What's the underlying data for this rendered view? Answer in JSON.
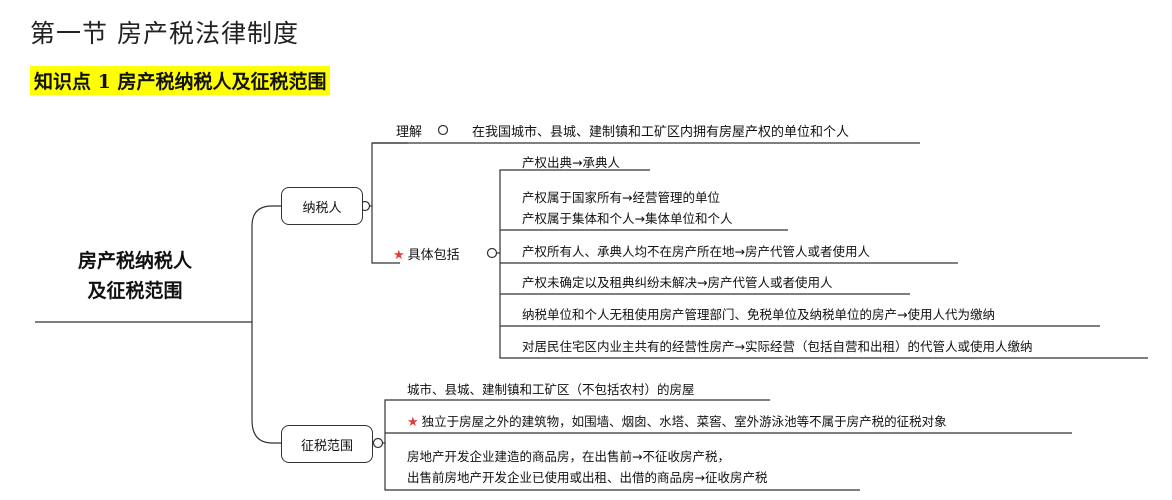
{
  "heading": "第一节 房产税法律制度",
  "subheading": "知识点 1 房产税纳税人及征税范围",
  "root": {
    "line1": "房产税纳税人",
    "line2": "及征税范围"
  },
  "taxpayer": {
    "label": "纳税人",
    "understand_label": "理解",
    "understand_text": "在我国城市、县城、建制镇和工矿区内拥有房屋产权的单位和个人",
    "includes_label": "具体包括",
    "star_glyph": "★",
    "items": [
      "产权出典→承典人",
      "产权属于国家所有→经营管理的单位",
      "产权属于集体和个人→集体单位和个人",
      "产权所有人、承典人均不在房产所在地→房产代管人或者使用人",
      "产权未确定以及租典纠纷未解决→房产代管人或者使用人",
      "纳税单位和个人无租使用房产管理部门、免税单位及纳税单位的房产→使用人代为缴纳",
      "对居民住宅区内业主共有的经营性房产→实际经营（包括自营和出租）的代管人或使用人缴纳"
    ]
  },
  "scope": {
    "label": "征税范围",
    "items": [
      "城市、县城、建制镇和工矿区（不包括农村）的房屋",
      "独立于房屋之外的建筑物，如围墙、烟囱、水塔、菜窖、室外游泳池等不属于房产税的征税对象",
      "房地产开发企业建造的商品房，在出售前→不征收房产税，",
      "出售前房地产开发企业已使用或出租、出借的商品房→征收房产税"
    ]
  },
  "colors": {
    "highlight": "#ffff00",
    "star": "#e23b3b",
    "line": "#333333"
  }
}
